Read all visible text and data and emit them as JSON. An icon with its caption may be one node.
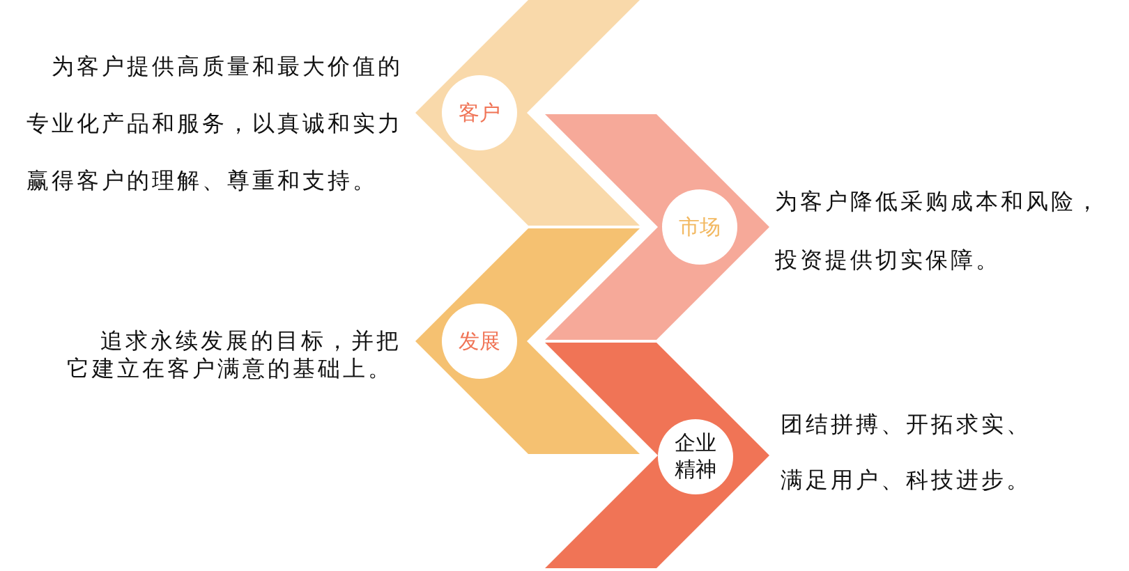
{
  "diagram": {
    "nodes": [
      {
        "text": [],
        "shape": "chevron",
        "beside": [
          "为客户提供高质量和最大价值的专业化产品和服务，以真诚和实力赢得客户的理解、尊重和支持。"
        ]
      },
      {
        "text": [
          "客户"
        ],
        "in": 0
      },
      {
        "text": [],
        "shape": "chevron",
        "beside": [
          "为客户降低采购成本和风险，投资提供切实保障。"
        ]
      },
      {
        "text": [
          "市场"
        ],
        "in": 2
      },
      {
        "text": [],
        "shape": "chevron",
        "beside": [
          "追求永续发展的目标，并把它建立在客户满意的基础上。"
        ]
      },
      {
        "text": [
          "发展"
        ],
        "in": 4
      },
      {
        "text": [],
        "shape": "chevron",
        "beside": [
          "团结拼搏、开拓求实、满足用户、科技进步。"
        ]
      },
      {
        "text": [
          "企业精神"
        ],
        "in": 6
      }
    ]
  }
}
